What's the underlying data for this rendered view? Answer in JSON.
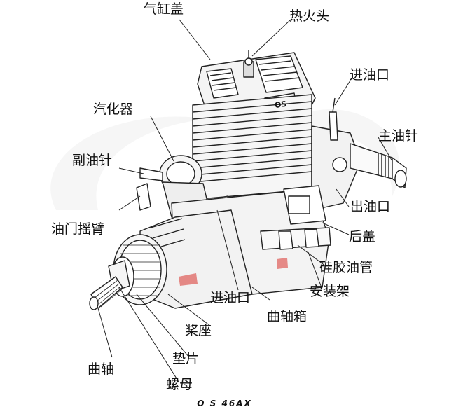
{
  "labels": {
    "cylinder_head": "气缸盖",
    "glow_plug": "热火头",
    "carburetor": "汽化器",
    "fuel_outlet_top": "进油口",
    "main_needle": "主油针",
    "sub_needle": "副油针",
    "throttle_arm": "油门摇臂",
    "fuel_exit": "出油口",
    "back_cover": "后盖",
    "silicone_tube": "硅胶油管",
    "mount": "安装架",
    "fuel_inlet_bottom": "进油口",
    "crankcase": "曲轴箱",
    "prop_hub": "桨座",
    "washer": "垫片",
    "crankshaft": "曲轴",
    "nut": "螺母"
  },
  "caption": "O S  46AX",
  "engine_badge": "OS",
  "colors": {
    "line": "#222222",
    "accent_red": "#d9322c",
    "watermark": "#cccccc"
  }
}
